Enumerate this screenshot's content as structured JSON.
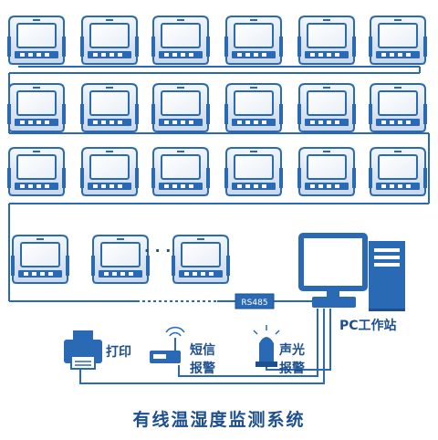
{
  "diagram": {
    "bus_label": "RS485",
    "pc_label": "PC工作站",
    "printer_label": "打印",
    "sms_label_line1": "短信",
    "sms_label_line2": "报警",
    "alarm_label_line1": "声光",
    "alarm_label_line2": "报警",
    "ellipsis": "· · ·",
    "caption": "有线温湿度监测系统",
    "node_rows": [
      6,
      6,
      6,
      3
    ]
  },
  "colors": {
    "primary": "#2a6ab4",
    "dark": "#1d4f8f",
    "screen": "#ffffff",
    "line": "#2a6ab4"
  }
}
